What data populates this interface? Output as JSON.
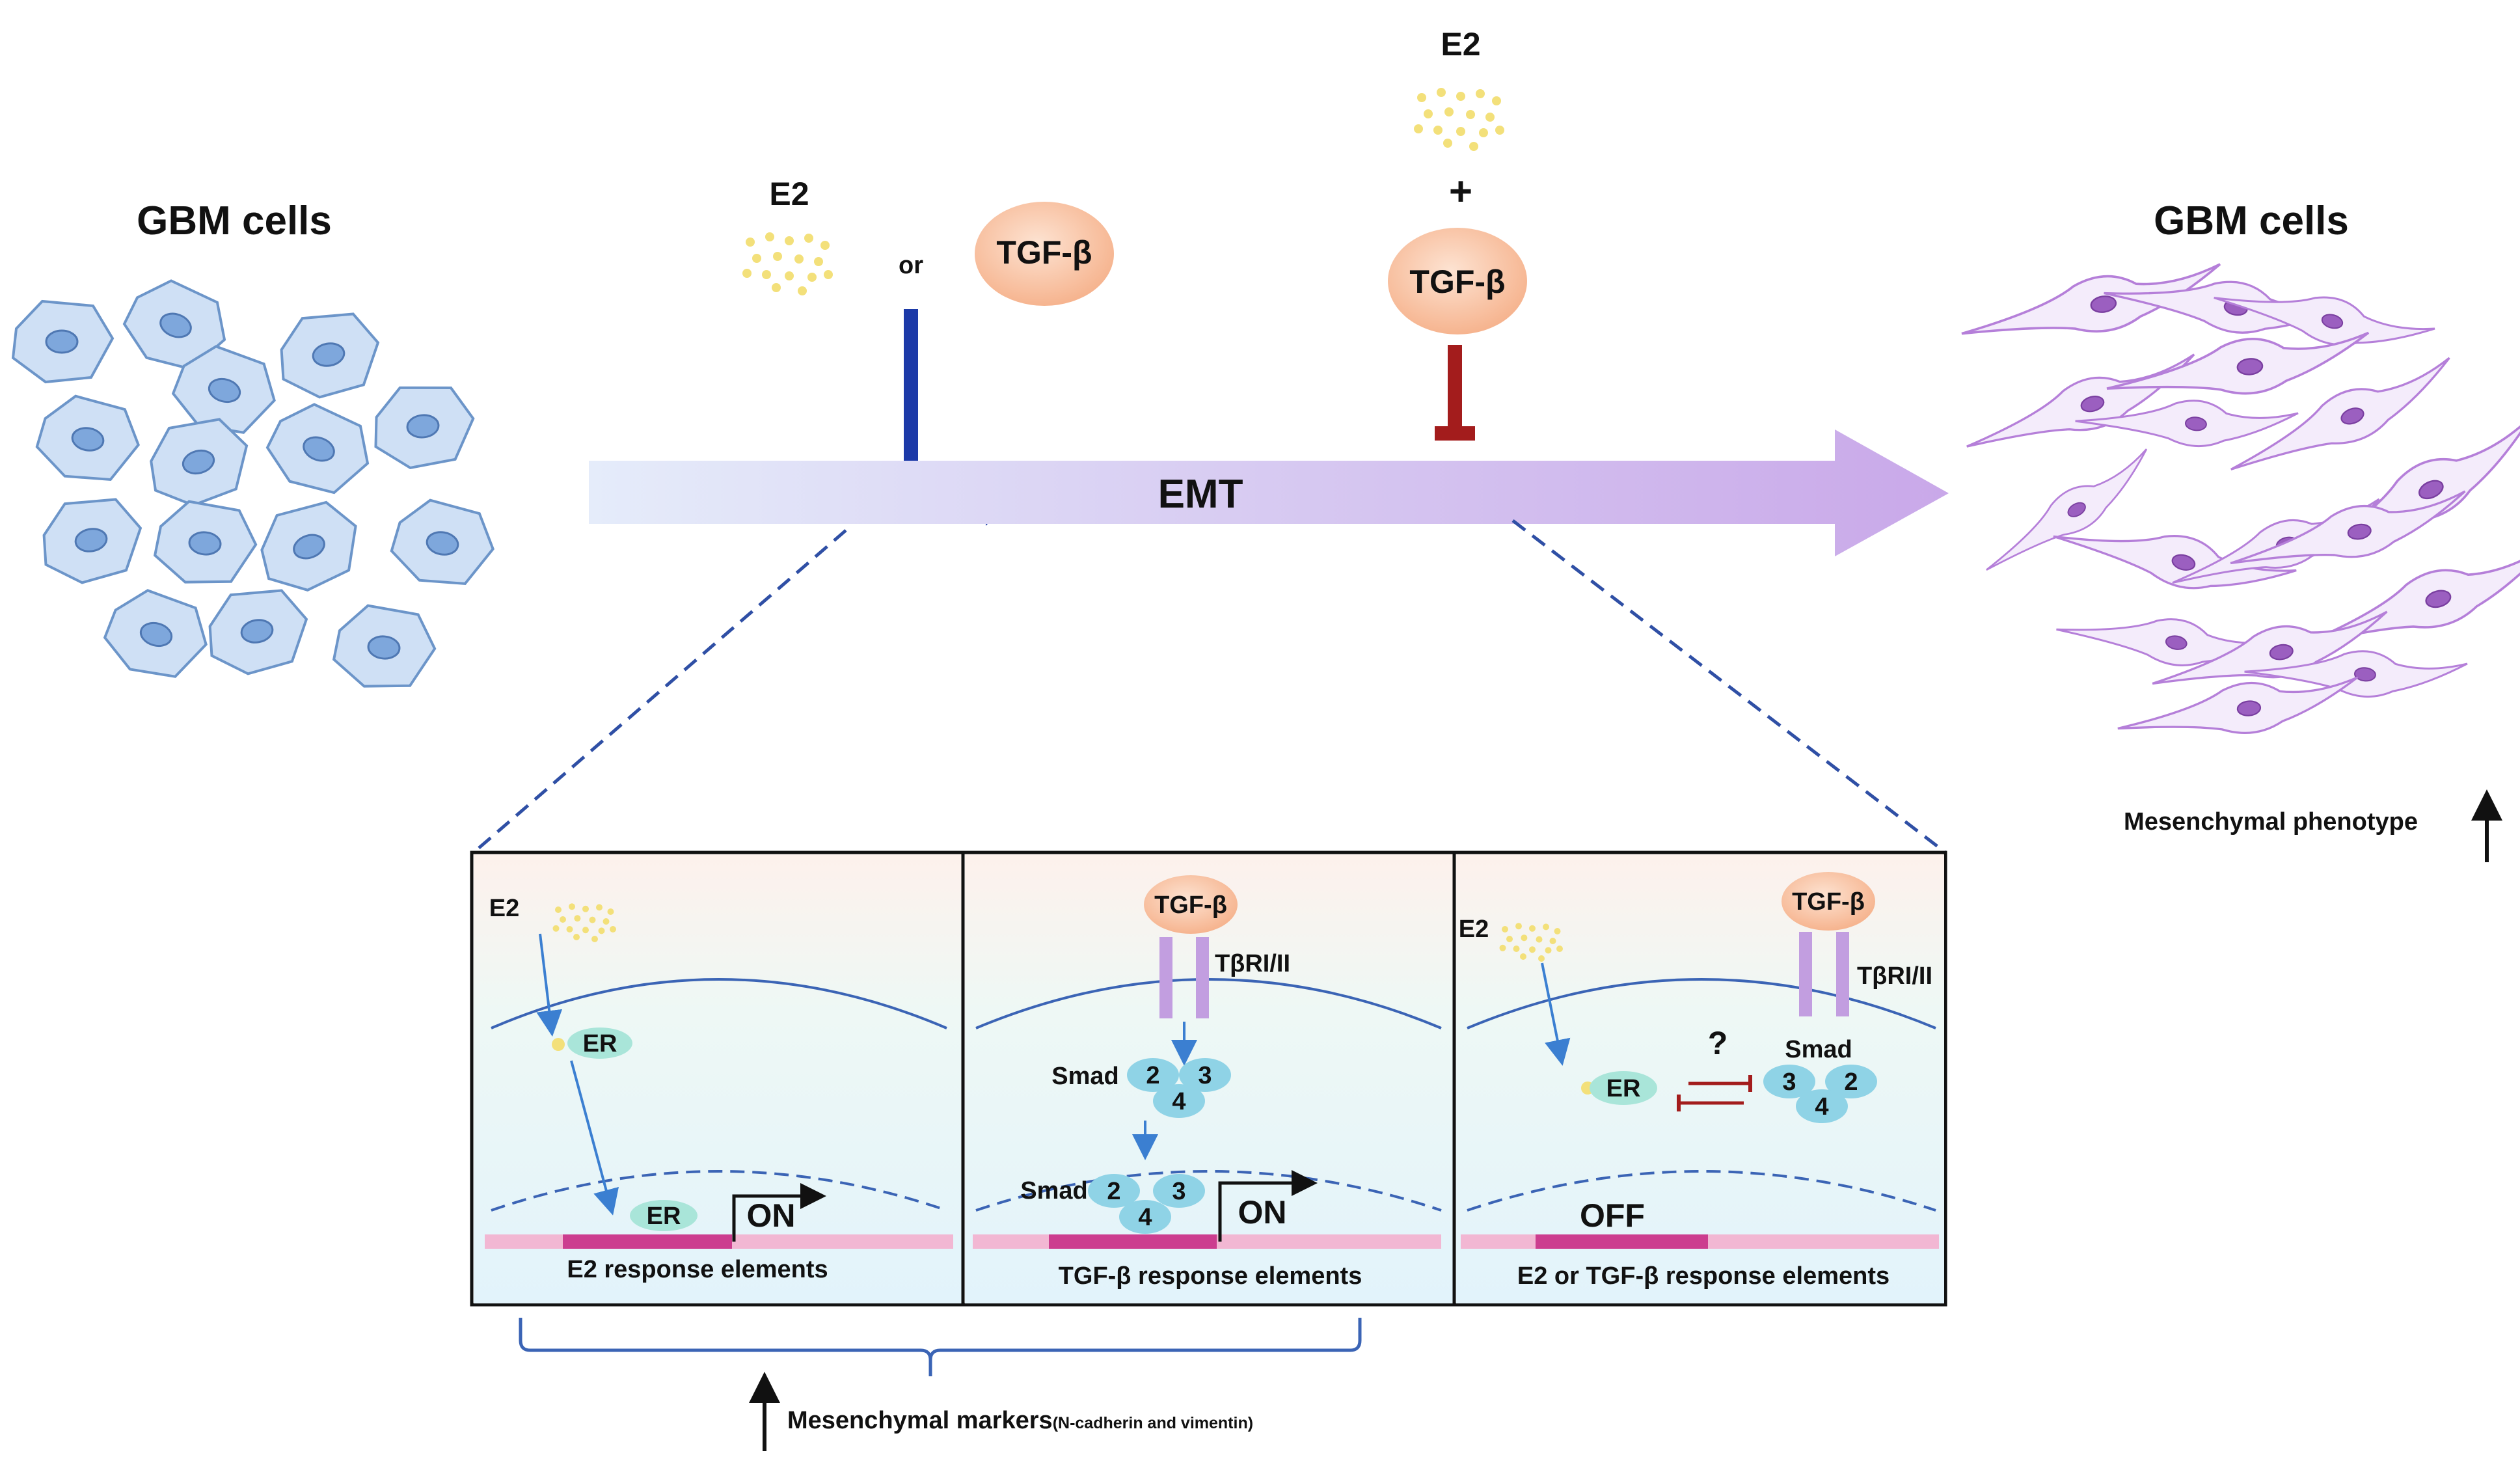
{
  "left_cells": {
    "title": "GBM cells"
  },
  "right_cells": {
    "title": "GBM cells",
    "phenotype_label": "Mesenchymal phenotype"
  },
  "treatment_single": {
    "e2": "E2",
    "or": "or",
    "tgfb": "TGF-β"
  },
  "treatment_combo": {
    "e2": "E2",
    "plus": "+",
    "tgfb": "TGF-β"
  },
  "emt": {
    "label": "EMT"
  },
  "panels": [
    {
      "e2": "E2",
      "er_cyto": "ER",
      "er_nuc": "ER",
      "switch": "ON",
      "element": "E2 response elements"
    },
    {
      "tgfb": "TGF-β",
      "receptor": "TβRI/II",
      "smad": "Smad",
      "smad_a": "2",
      "smad_b": "3",
      "smad_c": "4",
      "smad_nuc": "Smad",
      "smad_nuc_a": "2",
      "smad_nuc_b": "3",
      "smad_nuc_c": "4",
      "switch": "ON",
      "element": "TGF-β response elements"
    },
    {
      "e2": "E2",
      "tgfb": "TGF-β",
      "receptor": "TβRI/II",
      "er": "ER",
      "question": "?",
      "smad": "Smad",
      "smad_a": "3",
      "smad_b": "2",
      "smad_c": "4",
      "switch": "OFF",
      "element": "E2 or TGF-β response elements"
    }
  ],
  "markers": {
    "label": "Mesenchymal markers",
    "detail": "(N-cadherin and vimentin)"
  },
  "colors": {
    "cell_fill": "#cfe0f5",
    "cell_stroke": "#6c95c9",
    "nucleus": "#7ea7dc",
    "mes_stroke": "#b57fd9",
    "mes_nucleus": "#9b5fc0",
    "tgfb_ball": "#f8c7a8",
    "e2_dots": "#f3e07a",
    "receptor": "#c29ee0",
    "smad": "#8fd3e6",
    "er": "#a9e5d9",
    "response_element": "#cc3d8f",
    "inhibit": "#a31c1c",
    "arrow_blue": "#1c3aa8",
    "membrane": "#3b64b5"
  }
}
